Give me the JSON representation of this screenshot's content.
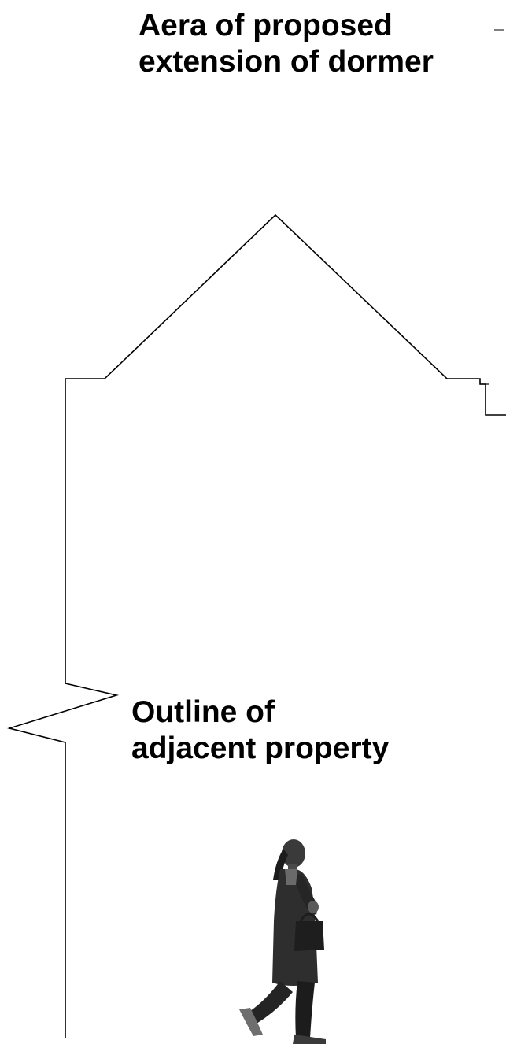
{
  "annotations": {
    "dormer_area": {
      "line1": "Aera of proposed",
      "line2": "extension of dormer"
    },
    "adjacent_property": {
      "line1": "Outline of",
      "line2": "adjacent property"
    }
  },
  "colors": {
    "background": "#ffffff",
    "outline": "#000000",
    "text": "#000000"
  },
  "figures": {
    "person_silhouette": "walking-woman-figure"
  }
}
